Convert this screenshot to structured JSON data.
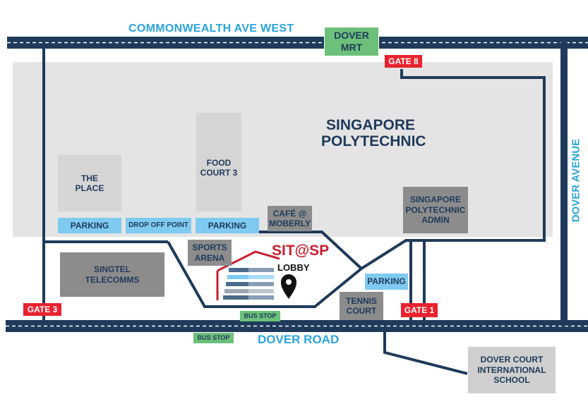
{
  "roads": {
    "commonwealth": "COMMONWEALTH AVE WEST",
    "dover_road": "DOVER ROAD",
    "dover_avenue": "DOVER AVENUE"
  },
  "campus": {
    "name": "SINGAPORE\nPOLYTECHNIC"
  },
  "mrt": {
    "label": "DOVER\nMRT"
  },
  "gates": {
    "gate8": "GATE 8",
    "gate3": "GATE 3",
    "gate1": "GATE 1"
  },
  "buildings": {
    "the_place": "THE\nPLACE",
    "food_court": "FOOD\nCOURT 3",
    "sp_admin": "SINGAPORE\nPOLYTECHNIC\nADMIN",
    "cafe": "CAFÉ @\nMOBERLY",
    "sports_arena": "SPORTS\nARENA",
    "singtel": "SINGTEL\nTELECOMMS",
    "tennis": "TENNIS\nCOURT",
    "dover_court": "DOVER COURT\nINTERNATIONAL\nSCHOOL"
  },
  "parking": {
    "p1": "PARKING",
    "p2": "PARKING",
    "p3": "PARKING"
  },
  "drop_off": "DROP OFF POINT",
  "bus_stops": {
    "inside": "BUS STOP",
    "outside": "BUS STOP"
  },
  "sit": {
    "title": "SIT@SP",
    "lobby": "LOBBY"
  },
  "colors": {
    "road": "#1f3a5a",
    "campus": "#e4e4e4",
    "gate": "#e8222e",
    "parking": "#7fcaf0",
    "bus": "#6cc07a",
    "sit_red": "#c8202f"
  }
}
